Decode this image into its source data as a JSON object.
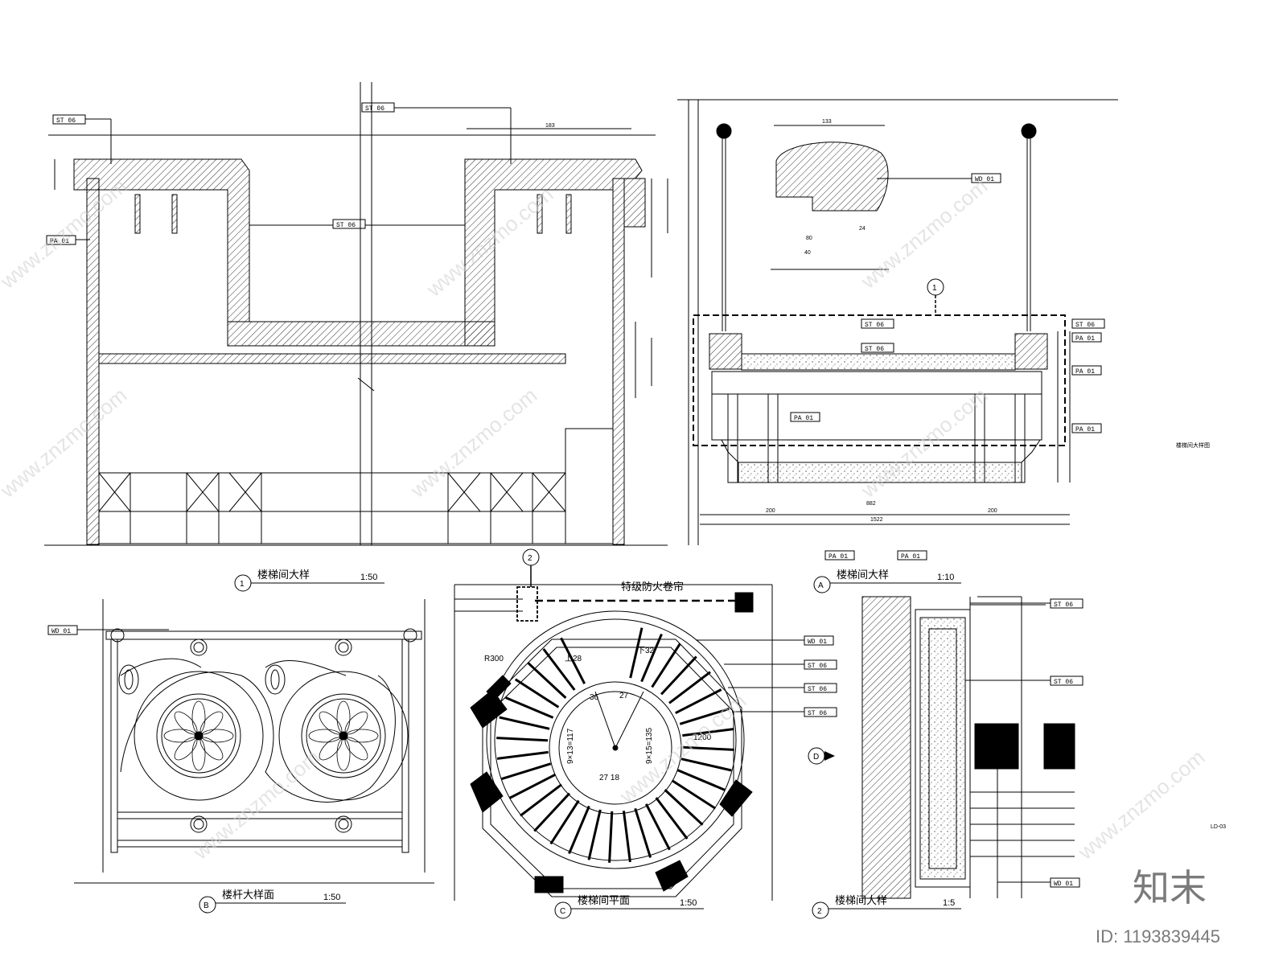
{
  "drawing": {
    "views": {
      "v1": {
        "marker": "1",
        "title": "楼梯间大样",
        "scale": "1:50"
      },
      "vA": {
        "marker": "A",
        "title": "楼梯间大样",
        "scale": "1:10"
      },
      "vB": {
        "marker": "B",
        "title": "楼杆大样面",
        "scale": "1:50"
      },
      "vC": {
        "marker": "C",
        "title": "楼梯间平面",
        "scale": "1:50"
      },
      "v2": {
        "marker": "2",
        "title": "楼梯间大样",
        "scale": "1:5"
      }
    },
    "side_note": "楼梯间大样图",
    "firewall_label": "特级防火卷帘",
    "section_marker_D": "D",
    "section_marker_2": "2",
    "detail_marker_1": "1",
    "tags": {
      "st06": "ST 06",
      "pa01": "PA 01",
      "wd01": "WD 01"
    },
    "stair": {
      "up_label": "上28",
      "down_label": "下32",
      "radius_label": "R300",
      "n36": "36",
      "n27": "27",
      "n27_18": "27 18",
      "lbl_left": "9×13=117",
      "lbl_right": "9×15=135",
      "lbl_1200": "1200"
    },
    "dims": {
      "d1522": "1522",
      "d882": "882",
      "d200a": "200",
      "d200b": "200",
      "d183": "183",
      "d133": "133",
      "d80": "80",
      "d40": "40",
      "d24": "24"
    },
    "footer_label": "LD-03"
  },
  "watermark": {
    "text": "www.znzmo.com",
    "brand": "知末",
    "id": "ID: 1193839445"
  }
}
